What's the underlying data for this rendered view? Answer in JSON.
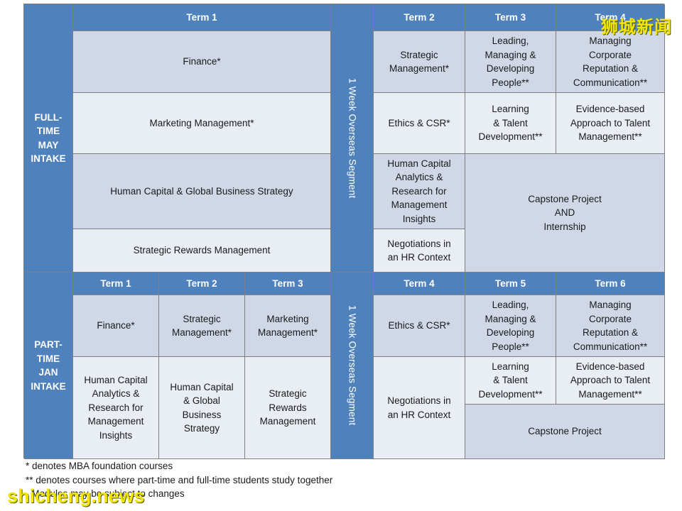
{
  "full_time": {
    "label": "FULL-\nTIME\nMAY\nINTAKE",
    "terms": [
      "Term 1",
      "Term 2",
      "Term 3",
      "Term 4"
    ],
    "overseas": "1 Week Overseas Segment",
    "term1": [
      "Finance*",
      "Marketing Management*",
      "Human Capital & Global Business Strategy",
      "Strategic Rewards Management"
    ],
    "term2": [
      "Strategic\nManagement*",
      "Ethics & CSR*",
      "Human Capital\nAnalytics &\nResearch for\nManagement\nInsights",
      "Negotiations in\nan HR Context"
    ],
    "term3": [
      "Leading,\nManaging &\nDeveloping\nPeople**",
      "Learning\n& Talent\nDevelopment**"
    ],
    "term4": [
      "Managing\nCorporate\nReputation &\nCommunication**",
      "Evidence-based\nApproach to Talent\nManagement**"
    ],
    "capstone": "Capstone Project\nAND\nInternship"
  },
  "part_time": {
    "label": "PART-\nTIME\nJAN\nINTAKE",
    "terms": [
      "Term 1",
      "Term 2",
      "Term 3",
      "Term 4",
      "Term 5",
      "Term 6"
    ],
    "overseas": "1 Week Overseas Segment",
    "row1": [
      "Finance*",
      "Strategic\nManagement*",
      "Marketing\nManagement*",
      "Ethics & CSR*",
      "Leading,\nManaging &\nDeveloping\nPeople**",
      "Managing\nCorporate\nReputation &\nCommunication**"
    ],
    "row2": [
      "Human Capital\nAnalytics &\nResearch for\nManagement\nInsights",
      "Human Capital\n& Global\nBusiness\nStrategy",
      "Strategic\nRewards\nManagement",
      "Negotiations in\nan HR Context",
      "Learning\n& Talent\nDevelopment**",
      "Evidence-based\nApproach to Talent\nManagement**"
    ],
    "capstone": "Capstone Project"
  },
  "notes": [
    "* denotes MBA foundation courses",
    "** denotes courses where part-time and full-time students study together",
    "",
    "- Modules may be subject to changes"
  ],
  "watermarks": {
    "top": "狮城新闻",
    "bottom": "shicheng.news"
  },
  "colors": {
    "header_blue": "#4f81bd",
    "cell_dark": "#d0d8e8",
    "cell_light": "#e9edf4"
  }
}
